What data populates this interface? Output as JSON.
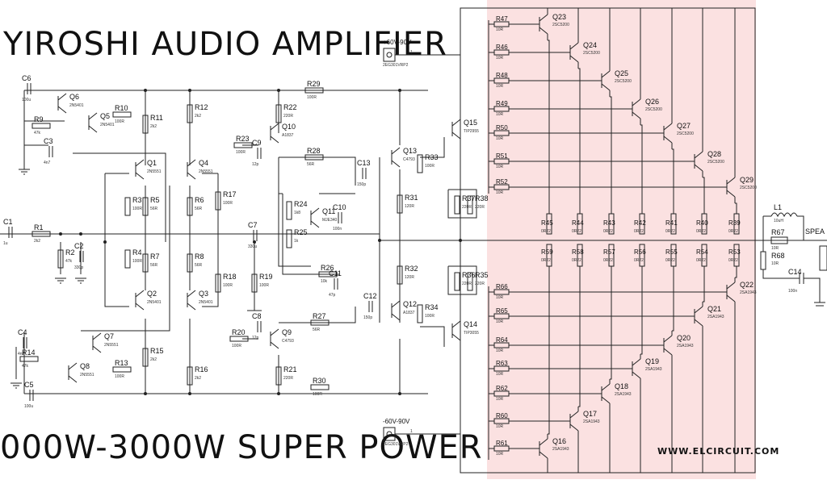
{
  "title_top": "YIROSHI AUDIO AMPLIFIER",
  "title_bottom": "000W-3000W SUPER POWER",
  "website": "WWW.ELCIRCUIT.COM",
  "colors": {
    "output_stage_bg": "#fbe1e1"
  },
  "supply": {
    "pos": {
      "label": "+60V-90V",
      "connector": "2EG301VRP2",
      "pin": "1"
    },
    "neg": {
      "label": "-60V-90V",
      "connector": "2EG301VRP2",
      "pin": "1"
    }
  },
  "output": {
    "L1": "L1",
    "L1_val": "10uH",
    "R67": "R67",
    "R67_val": "10R",
    "R68": "R68",
    "R68_val": "10R",
    "C14": "C14",
    "C14_val": "100n",
    "speaker": "SPEA"
  },
  "parts": {
    "C6": [
      "C6",
      "100u"
    ],
    "Q6": [
      "Q6",
      "2N5401"
    ],
    "R10": [
      "R10",
      "100R"
    ],
    "Q5": [
      "Q5",
      "2N5401"
    ],
    "R9": [
      "R9",
      "47k"
    ],
    "C3": [
      "C3",
      "4n7"
    ],
    "R11": [
      "R11",
      "2k2"
    ],
    "R12": [
      "R12",
      "2k2"
    ],
    "R29": [
      "R29",
      "100R"
    ],
    "R22": [
      "R22",
      "220R"
    ],
    "Q10": [
      "Q10",
      "A1837"
    ],
    "R23": [
      "R23",
      "100R"
    ],
    "C9": [
      "C9",
      "12p"
    ],
    "Q1": [
      "Q1",
      "2N5551"
    ],
    "Q4": [
      "Q4",
      "2N5551"
    ],
    "R28": [
      "R28",
      "56R"
    ],
    "Q13": [
      "Q13",
      "C4793"
    ],
    "R33": [
      "R33",
      "100R"
    ],
    "Q15": [
      "Q15",
      "TIP2955"
    ],
    "C13": [
      "C13",
      "150p"
    ],
    "R3": [
      "R3",
      "100R"
    ],
    "R5": [
      "R5",
      "56R"
    ],
    "R6": [
      "R6",
      "56R"
    ],
    "R17": [
      "R17",
      "100R"
    ],
    "R24": [
      "R24",
      "1k8"
    ],
    "Q11": [
      "Q11",
      "MJE340"
    ],
    "C10": [
      "C10",
      "100n"
    ],
    "R31": [
      "R31",
      "120R"
    ],
    "R37": [
      "R37",
      "220R"
    ],
    "R38": [
      "R38",
      "220R"
    ],
    "C1": [
      "C1",
      "1u"
    ],
    "R1": [
      "R1",
      "2k2"
    ],
    "R25": [
      "R25",
      "1k"
    ],
    "C7": [
      "C7",
      "330u"
    ],
    "R2": [
      "R2",
      "47k"
    ],
    "C2": [
      "C2",
      "330p"
    ],
    "R4": [
      "R4",
      "100R"
    ],
    "R7": [
      "R7",
      "56R"
    ],
    "R8": [
      "R8",
      "56R"
    ],
    "R26": [
      "R26",
      "10k"
    ],
    "R18": [
      "R18",
      "100R"
    ],
    "R19": [
      "R19",
      "100R"
    ],
    "C11": [
      "C11",
      "47p"
    ],
    "R32": [
      "R32",
      "120R"
    ],
    "R36": [
      "R36",
      "220R"
    ],
    "R35": [
      "R35",
      "220R"
    ],
    "Q2": [
      "Q2",
      "2N5401"
    ],
    "Q3": [
      "Q3",
      "2N5401"
    ],
    "C12": [
      "C12",
      "150p"
    ],
    "Q12": [
      "Q12",
      "A1837"
    ],
    "R34": [
      "R34",
      "100R"
    ],
    "C8": [
      "C8",
      "12p"
    ],
    "R27": [
      "R27",
      "56R"
    ],
    "Q14": [
      "Q14",
      "TIP3055"
    ],
    "C4": [
      "C4",
      "4n7"
    ],
    "Q7": [
      "Q7",
      "2N5551"
    ],
    "R15": [
      "R15",
      "2k2"
    ],
    "R20": [
      "R20",
      "100R"
    ],
    "Q9": [
      "Q9",
      "C4793"
    ],
    "R14": [
      "R14",
      "47k"
    ],
    "Q8": [
      "Q8",
      "2N5551"
    ],
    "R13": [
      "R13",
      "100R"
    ],
    "R16": [
      "R16",
      "2k2"
    ],
    "R21": [
      "R21",
      "220R"
    ],
    "C5": [
      "C5",
      "100u"
    ],
    "R30": [
      "R30",
      "100R"
    ]
  },
  "npn": [
    {
      "q": "Q23",
      "r": "R47"
    },
    {
      "q": "Q24",
      "r": "R46"
    },
    {
      "q": "Q25",
      "r": "R48"
    },
    {
      "q": "Q26",
      "r": "R49"
    },
    {
      "q": "Q27",
      "r": "R50"
    },
    {
      "q": "Q28",
      "r": "R51"
    },
    {
      "q": "Q29",
      "r": "R52"
    }
  ],
  "npn_type": "2SC5200",
  "pnp": [
    {
      "q": "Q22",
      "r": "R66"
    },
    {
      "q": "Q21",
      "r": "R65"
    },
    {
      "q": "Q20",
      "r": "R64"
    },
    {
      "q": "Q19",
      "r": "R63"
    },
    {
      "q": "Q18",
      "r": "R62"
    },
    {
      "q": "Q17",
      "r": "R60"
    },
    {
      "q": "Q16",
      "r": "R61"
    }
  ],
  "pnp_type": "2SA1943",
  "base_r_val": "10R",
  "emitter_top": [
    "R45",
    "R44",
    "R43",
    "R42",
    "R41",
    "R40",
    "R39"
  ],
  "emitter_bottom": [
    "R59",
    "R58",
    "R57",
    "R56",
    "R55",
    "R54",
    "R53"
  ],
  "emitter_val": "0R22"
}
